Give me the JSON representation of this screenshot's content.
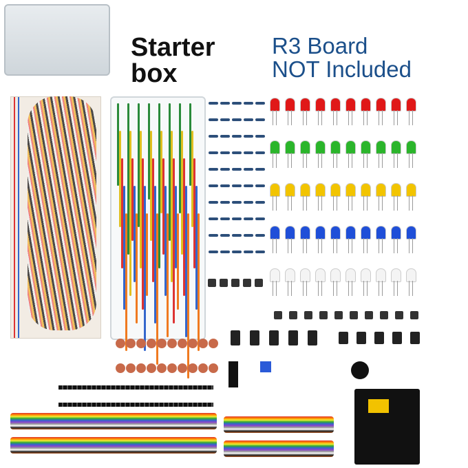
{
  "headline": {
    "line1": "Starter",
    "line2": "box"
  },
  "notice": {
    "line1": "R3 Board",
    "line2": "NOT Included"
  },
  "colors": {
    "led_rows": [
      "#e01818",
      "#2bb52b",
      "#f2c400",
      "#1f4fd8",
      "#f4f4f4"
    ],
    "notice_text": "#1b4f8a"
  }
}
